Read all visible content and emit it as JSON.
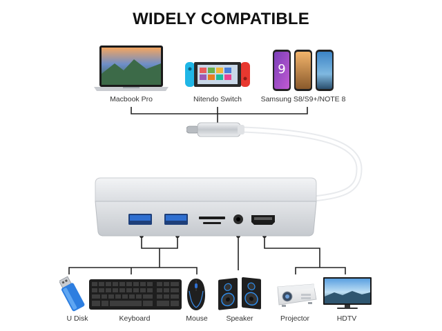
{
  "title": "WIDELY COMPATIBLE",
  "top_devices": [
    {
      "label": "Macbook Pro",
      "icon": "laptop-icon"
    },
    {
      "label": "Nitendo Switch",
      "icon": "game-console-icon"
    },
    {
      "label": "Samsung S8/S9+/NOTE 8",
      "icon": "smartphones-icon"
    }
  ],
  "bottom_devices": [
    {
      "label": "U Disk",
      "icon": "usb-drive-icon"
    },
    {
      "label": "Keyboard",
      "icon": "keyboard-icon"
    },
    {
      "label": "Mouse",
      "icon": "mouse-icon"
    },
    {
      "label": "Speaker",
      "icon": "speaker-icon"
    },
    {
      "label": "Projector",
      "icon": "projector-icon"
    },
    {
      "label": "HDTV",
      "icon": "tv-icon"
    }
  ],
  "colors": {
    "hub_body": "#d9dde2",
    "usb_port": "#2f6fd0",
    "line": "#222222",
    "switch_red": "#e8382f",
    "switch_blue": "#1fb6e6"
  }
}
